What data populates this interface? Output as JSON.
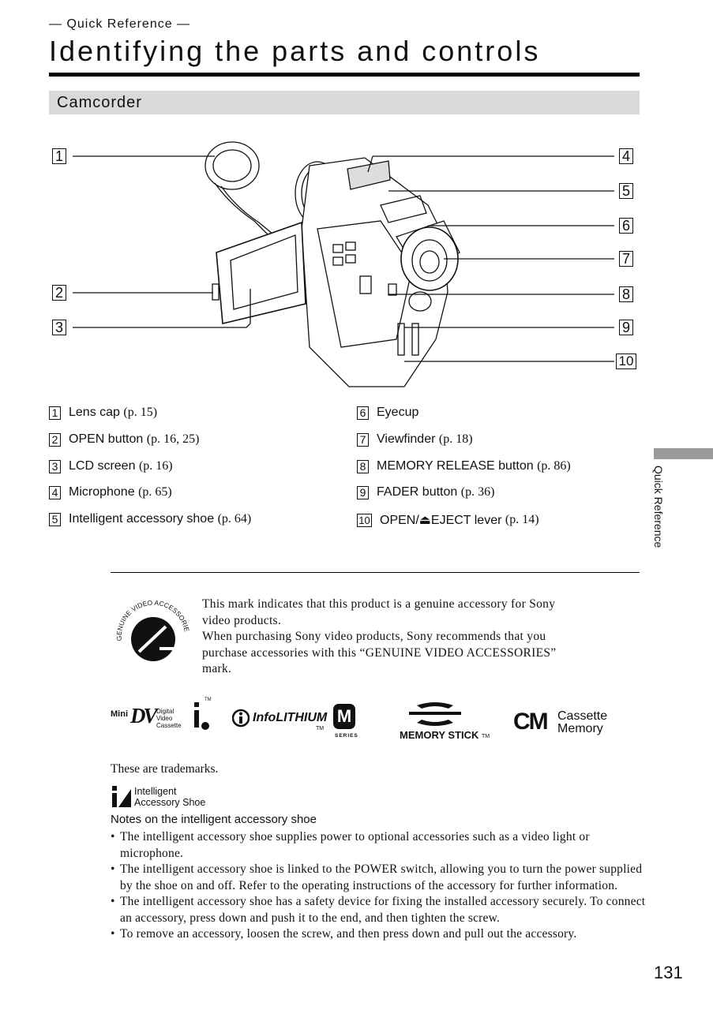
{
  "header": {
    "kicker": "— Quick Reference —",
    "title": "Identifying the parts and controls"
  },
  "section": {
    "title": "Camcorder"
  },
  "callouts": [
    "1",
    "2",
    "3",
    "4",
    "5",
    "6",
    "7",
    "8",
    "9",
    "10"
  ],
  "parts": [
    {
      "num": "1",
      "name": "Lens cap",
      "ref": "(p. 15)"
    },
    {
      "num": "2",
      "name": "OPEN button",
      "ref": "(p. 16, 25)"
    },
    {
      "num": "3",
      "name": "LCD screen",
      "ref": "(p. 16)"
    },
    {
      "num": "4",
      "name": "Microphone",
      "ref": "(p. 65)"
    },
    {
      "num": "5",
      "name": "Intelligent accessory shoe",
      "ref": "(p. 64)"
    },
    {
      "num": "6",
      "name": "Eyecup",
      "ref": ""
    },
    {
      "num": "7",
      "name": "Viewfinder",
      "ref": "(p. 18)"
    },
    {
      "num": "8",
      "name": "MEMORY RELEASE button",
      "ref": "(p. 86)"
    },
    {
      "num": "9",
      "name": "FADER button",
      "ref": "(p. 36)"
    },
    {
      "num": "10",
      "name": "OPEN/⏏EJECT lever",
      "ref": "(p. 14)"
    }
  ],
  "side_tab": {
    "label": "Quick Reference"
  },
  "genuine": {
    "ring_text": "GENUINE VIDEO ACCESSORIES",
    "lines": [
      "This mark indicates that this product is a genuine accessory for Sony",
      "video products.",
      "When purchasing Sony video products, Sony recommends that you",
      "purchase accessories with this “GENUINE VIDEO ACCESSORIES”",
      "mark."
    ]
  },
  "logos": {
    "minidv": {
      "mini": "Mini",
      "dv": "DV",
      "digital": "Digital",
      "video": "Video",
      "cassette": "Cassette"
    },
    "ilink": {
      "tm": "TM"
    },
    "infolithium": {
      "text": "InfoLITHIUM",
      "tm": "TM",
      "m": "M",
      "series": "SERIES"
    },
    "memorystick": {
      "text": "MEMORY STICK",
      "tm": "TM"
    },
    "cassette_memory": {
      "cm": "CM",
      "line1": "Cassette",
      "line2": "Memory"
    }
  },
  "trademarks_line": "These are trademarks.",
  "ias_logo": {
    "line1": "Intelligent",
    "line2": "Accessory Shoe"
  },
  "notes": {
    "heading": "Notes on the intelligent accessory shoe",
    "items": [
      "The intelligent accessory shoe supplies power to optional accessories such as a video light or microphone.",
      "The intelligent accessory shoe is linked to the POWER switch, allowing you to turn the power supplied by the shoe on and off. Refer to the operating instructions of the accessory for further information.",
      "The intelligent accessory shoe has a safety device for fixing the installed accessory securely. To connect an accessory, press down and push it to the end, and then tighten the screw.",
      "To remove an accessory, loosen the screw, and then press down and pull out the accessory."
    ]
  },
  "page_number": "131"
}
